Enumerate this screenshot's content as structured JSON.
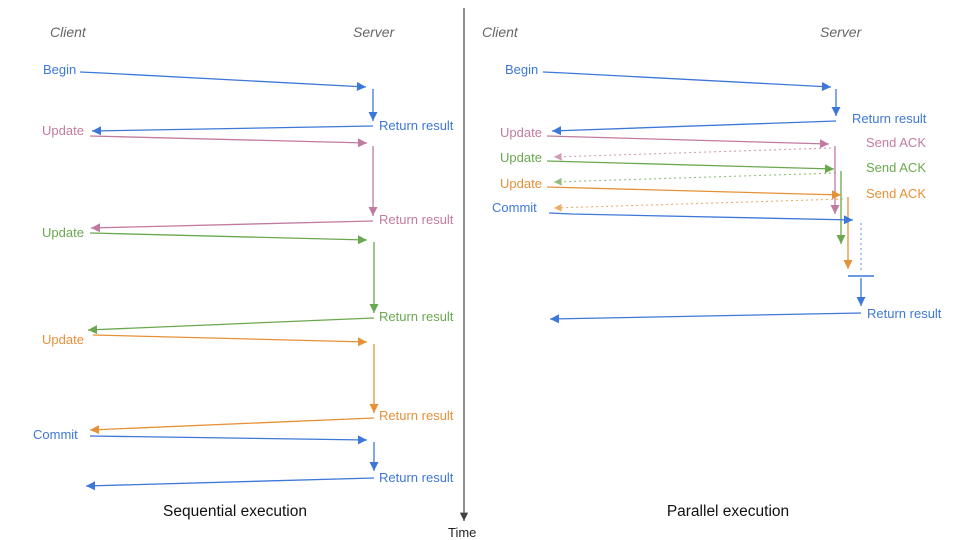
{
  "colors": {
    "blue": "#3d78d8",
    "magenta": "#c27ba0",
    "green": "#6aa84f",
    "orange": "#e69138",
    "header_gray": "#666666",
    "axis": "#444444"
  },
  "time_axis": {
    "label": "Time"
  },
  "left": {
    "caption": "Sequential execution",
    "client_header": "Client",
    "server_header": "Server",
    "ops": [
      {
        "request": "Begin",
        "response": "Return result",
        "color": "#3d78d8"
      },
      {
        "request": "Update",
        "response": "Return result",
        "color": "#c27ba0"
      },
      {
        "request": "Update",
        "response": "Return result",
        "color": "#6aa84f"
      },
      {
        "request": "Update",
        "response": "Return result",
        "color": "#e69138"
      },
      {
        "request": "Commit",
        "response": "Return result",
        "color": "#3d78d8"
      }
    ]
  },
  "right": {
    "caption": "Parallel execution",
    "client_header": "Client",
    "server_header": "Server",
    "ops": [
      {
        "request": "Begin",
        "response": "Return result",
        "color": "#3d78d8"
      },
      {
        "request": "Update",
        "response": "Send ACK",
        "color": "#c27ba0"
      },
      {
        "request": "Update",
        "response": "Send ACK",
        "color": "#6aa84f"
      },
      {
        "request": "Update",
        "response": "Send ACK",
        "color": "#e69138"
      },
      {
        "request": "Commit",
        "color": "#3d78d8"
      }
    ],
    "final_response": "Return result"
  }
}
